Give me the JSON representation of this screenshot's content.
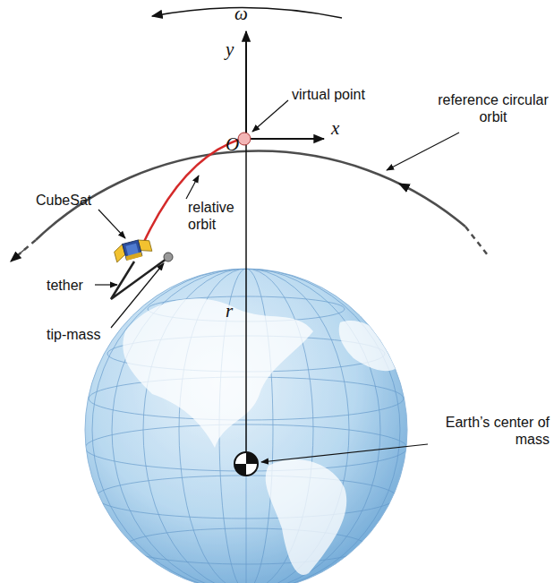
{
  "diagram": {
    "labels": [
      "ω",
      "y",
      "O",
      "x",
      "virtual point",
      "reference circular orbit",
      "CubeSat",
      "relative orbit",
      "tether",
      "tip-mass",
      "r",
      "Earth’s center of mass"
    ]
  }
}
